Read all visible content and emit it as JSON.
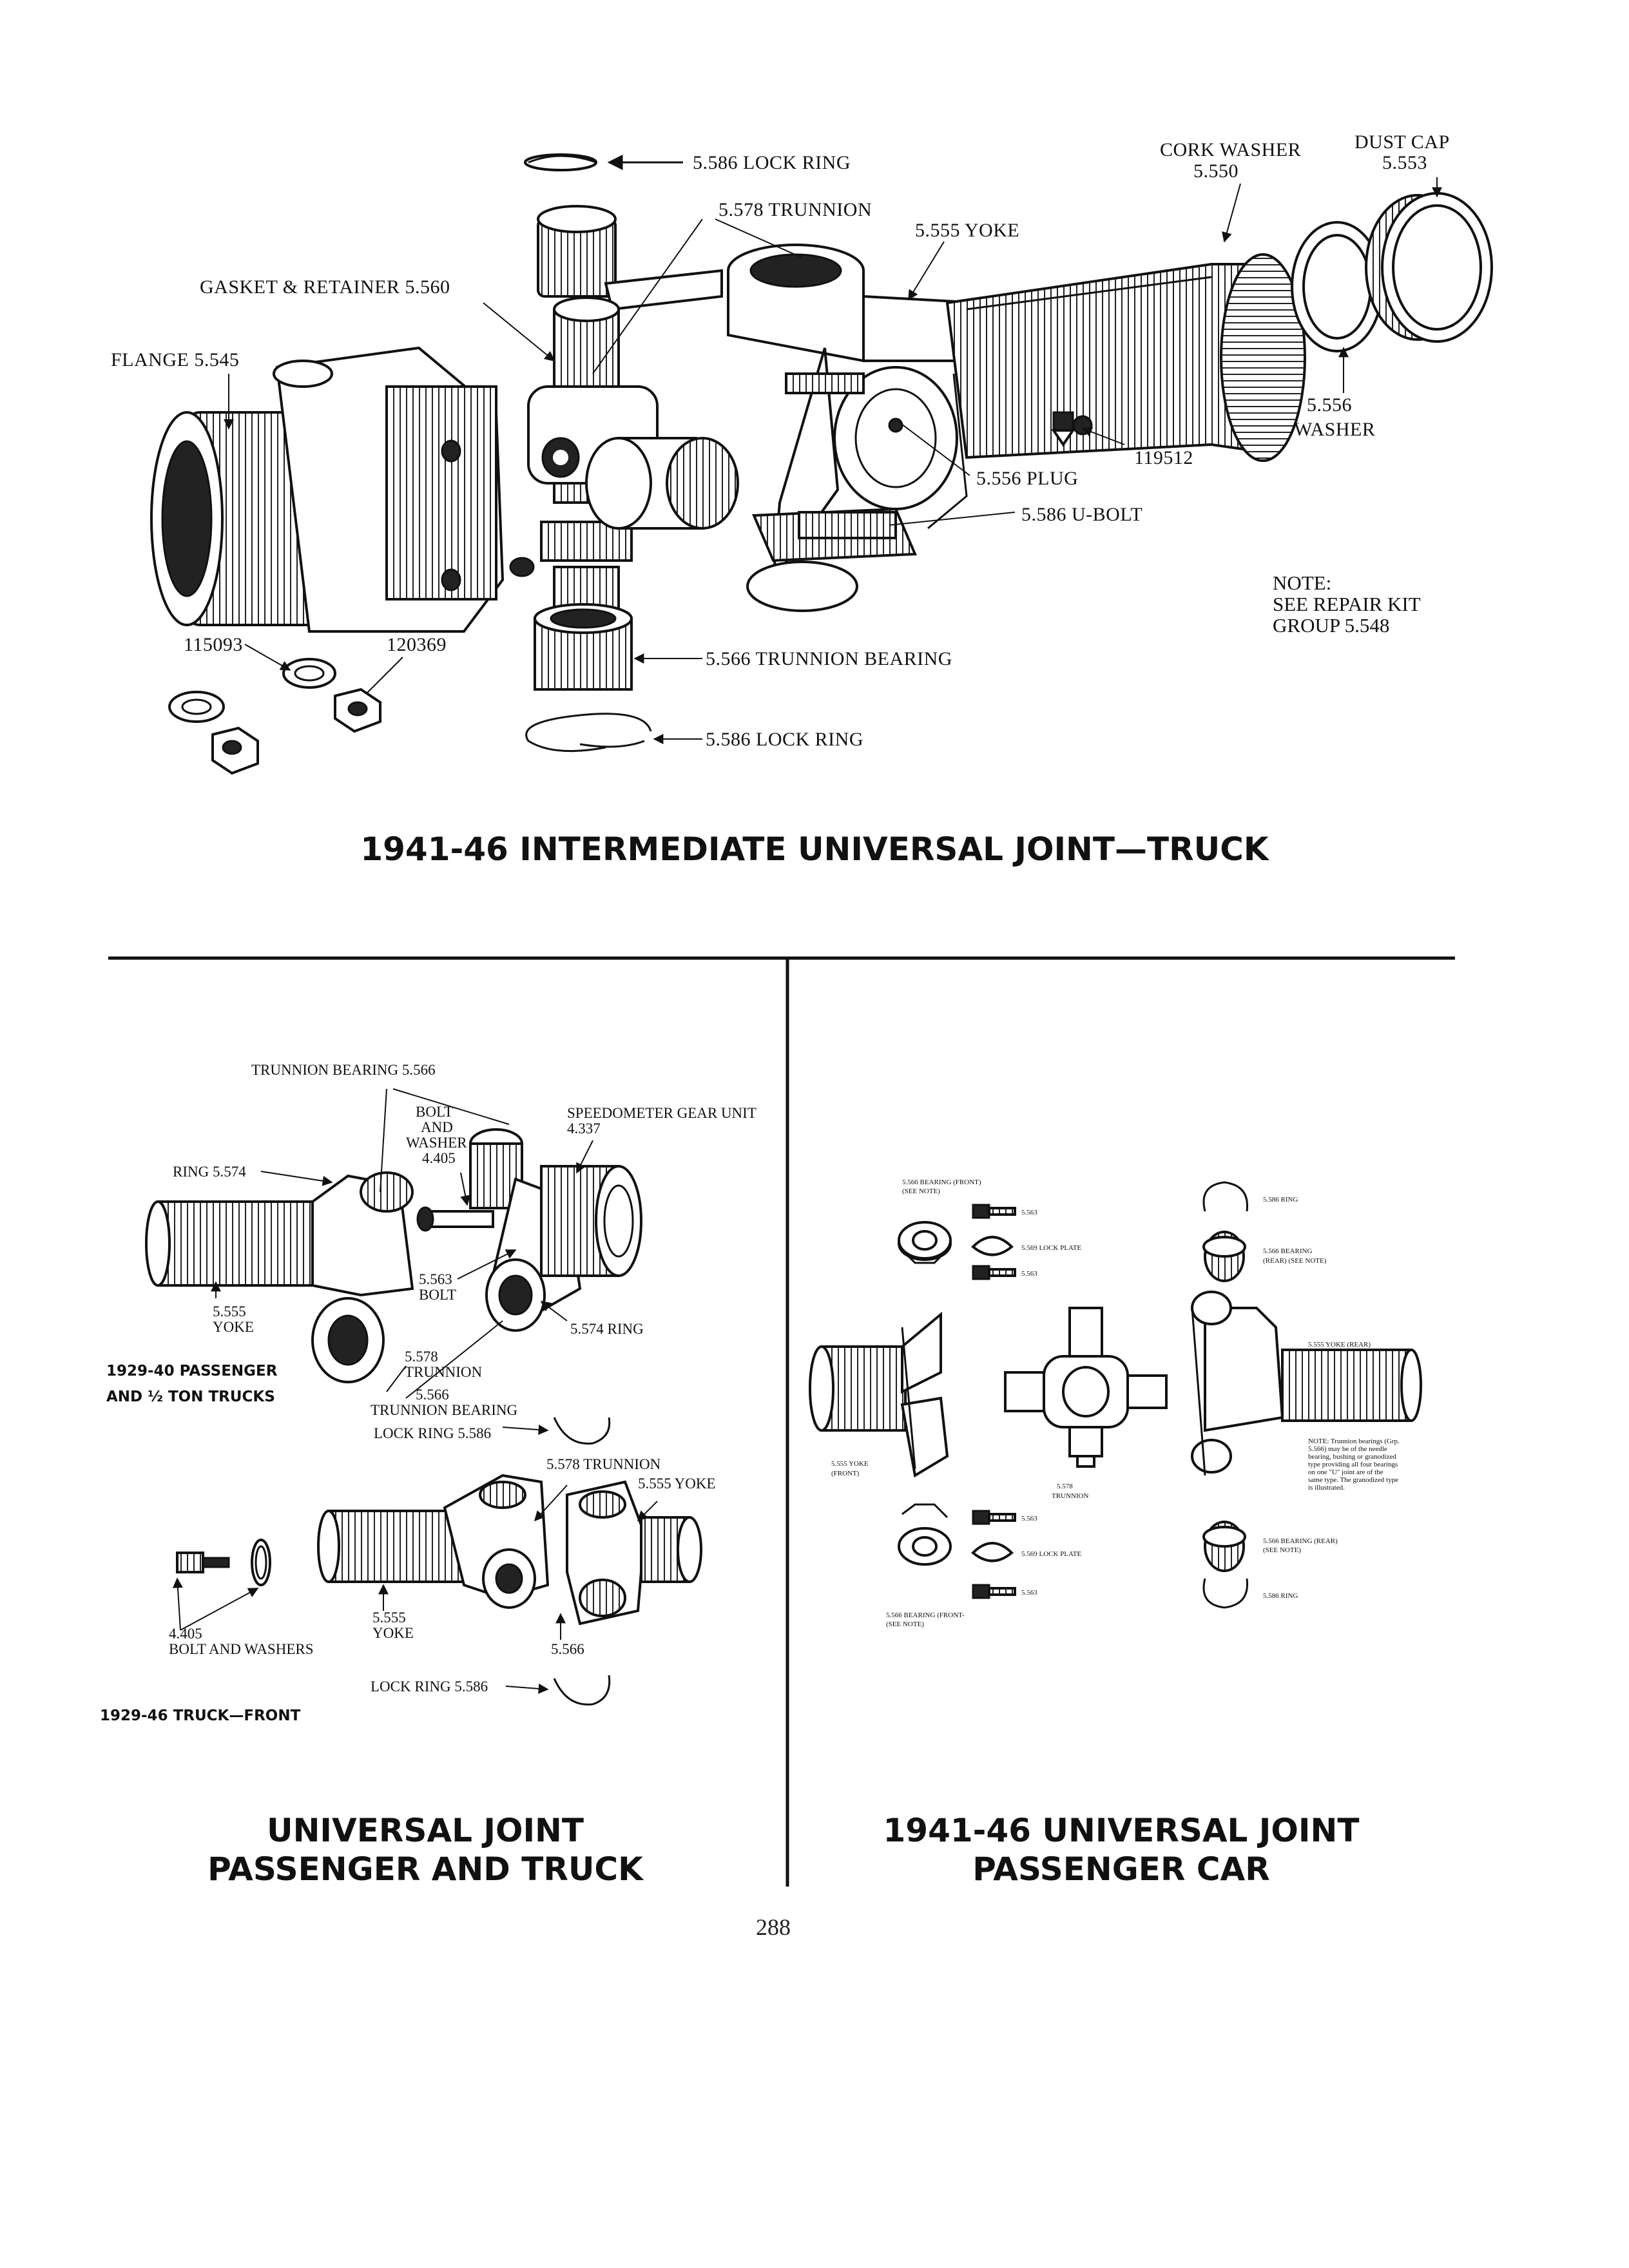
{
  "page_number": "288",
  "top_figure": {
    "title": "1941-46 INTERMEDIATE UNIVERSAL JOINT—TRUCK",
    "labels": {
      "lock_ring_top": "5.586 LOCK RING",
      "trunnion": "5.578 TRUNNION",
      "yoke": "5.555 YOKE",
      "gasket_retainer": "GASKET & RETAINER 5.560",
      "flange": "FLANGE 5.545",
      "cork_washer": "CORK WASHER",
      "cork_washer_num": "5.550",
      "dust_cap": "DUST CAP",
      "dust_cap_num": "5.553",
      "washer_num": "5.556",
      "washer": "WASHER",
      "part_119512": "119512",
      "plug": "5.556 PLUG",
      "u_bolt": "5.586 U-BOLT",
      "part_115093": "115093",
      "part_120369": "120369",
      "trunnion_bearing": "5.566 TRUNNION BEARING",
      "lock_ring_bottom": "5.586 LOCK RING"
    },
    "note": [
      "NOTE:",
      "SEE REPAIR KIT",
      "GROUP 5.548"
    ]
  },
  "left_figure": {
    "title_line1": "UNIVERSAL JOINT",
    "title_line2": "PASSENGER AND TRUCK",
    "labels": {
      "trunnion_bearing_top": "TRUNNION BEARING 5.566",
      "bolt": "BOLT",
      "and": "AND",
      "washer": "WASHER",
      "washer_num": "4.405",
      "speedo": "SPEEDOMETER GEAR UNIT",
      "speedo_num": "4.337",
      "ring_left": "RING 5.574",
      "bolt2_num": "5.563",
      "bolt2": "BOLT",
      "yoke_num": "5.555",
      "yoke": "YOKE",
      "ring_right": "5.574 RING",
      "trunnion_num": "5.578",
      "trunnion": "TRUNNION",
      "tb_num": "5.566",
      "tb": "TRUNNION BEARING",
      "caption1_line1": "1929-40 PASSENGER",
      "caption1_line2": "AND ½ TON TRUCKS",
      "lock_ring1": "LOCK RING 5.586",
      "trunnion2": "5.578 TRUNNION",
      "yoke2": "5.555 YOKE",
      "bolt_washers_num": "4.405",
      "bolt_washers": "BOLT AND WASHERS",
      "yoke3_num": "5.555",
      "yoke3": "YOKE",
      "bearing_566": "5.566",
      "lock_ring2": "LOCK RING 5.586",
      "caption2": "1929-46 TRUCK—FRONT"
    }
  },
  "right_figure": {
    "title_line1": "1941-46 UNIVERSAL JOINT",
    "title_line2": "PASSENGER CAR",
    "labels": {
      "bearing_front_top": "5.566 BEARING (FRONT)",
      "see_note": "(SEE NOTE)",
      "bolt_563a": "5.563",
      "lock_plate_a": "5.569 LOCK PLATE",
      "bolt_563b": "5.563",
      "ring_586_top": "5.586 RING",
      "bearing_rear_top": "5.566 BEARING",
      "rear_see_note": "(REAR) (SEE NOTE)",
      "yoke_rear": "5.555 YOKE (REAR)",
      "yoke_front": "5.555 YOKE",
      "front": "(FRONT)",
      "trunnion_num": "5.578",
      "trunnion": "TRUNNION",
      "note_text": [
        "NOTE: Trunnion bearings (Grp.",
        "5.566) may be of the needle",
        "bearing, bushing or granodized",
        "type providing all four bearings",
        "on one \"U\" joint are of the",
        "same type. The granodized type",
        "is illustrated."
      ],
      "bolt_563c": "5.563",
      "lock_plate_b": "5.569 LOCK PLATE",
      "bolt_563d": "5.563",
      "bearing_front_bottom": "5.566 BEARING (FRONT-",
      "see_note_b": "(SEE NOTE)",
      "bearing_rear_bottom": "5.566 BEARING (REAR)",
      "see_note_c": "(SEE NOTE)",
      "ring_586_bottom": "5.586 RING"
    }
  }
}
